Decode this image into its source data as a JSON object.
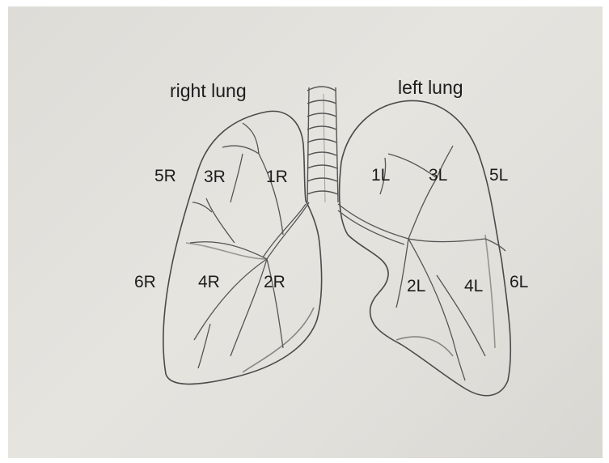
{
  "headings": {
    "right": "right lung",
    "left": "left lung"
  },
  "segments": {
    "r5": "5R",
    "r3": "3R",
    "r1": "1R",
    "r6": "6R",
    "r4": "4R",
    "r2": "2R",
    "l1": "1L",
    "l3": "3L",
    "l5": "5L",
    "l2": "2L",
    "l4": "4L",
    "l6": "6L"
  },
  "colors": {
    "paper": "#e2e0db",
    "pencil": "#4a4a4a",
    "text": "#1c1c1c"
  }
}
